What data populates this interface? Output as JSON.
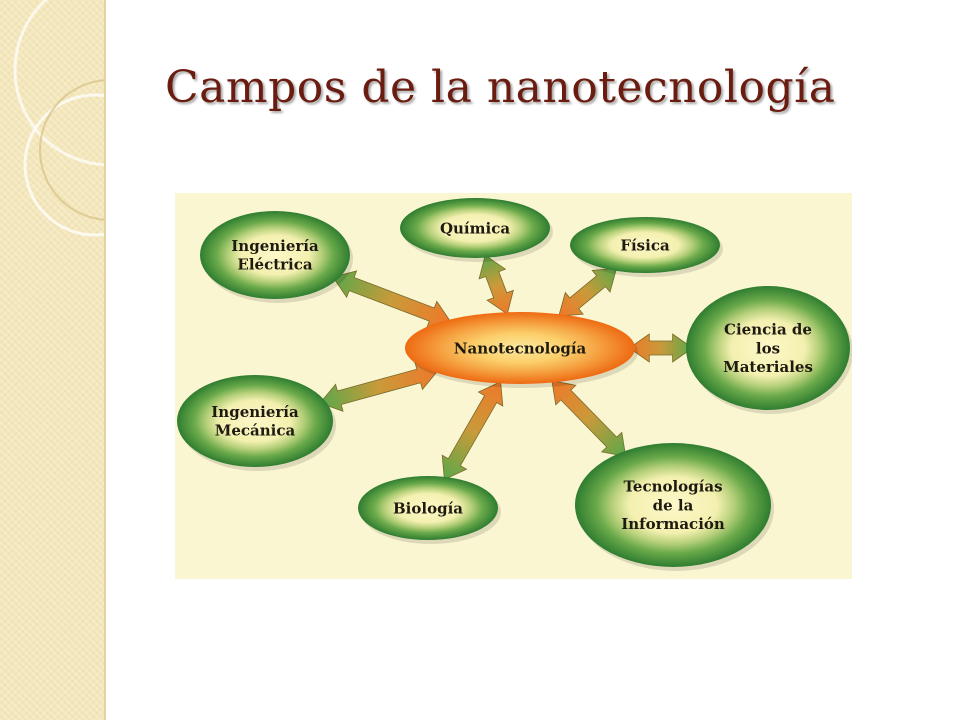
{
  "slide": {
    "title": "Campos de la nanotecnología"
  },
  "diagram": {
    "center": {
      "label": "Nanotecnología"
    },
    "fields": [
      {
        "id": "ingenieria-electrica",
        "lines": [
          "Ingeniería",
          "Eléctrica"
        ]
      },
      {
        "id": "quimica",
        "lines": [
          "Química"
        ]
      },
      {
        "id": "fisica",
        "lines": [
          "Física"
        ]
      },
      {
        "id": "ciencia-materiales",
        "lines": [
          "Ciencia de",
          "los",
          "Materiales"
        ]
      },
      {
        "id": "ingenieria-mecanica",
        "lines": [
          "Ingeniería",
          "Mecánica"
        ]
      },
      {
        "id": "biologia",
        "lines": [
          "Biología"
        ]
      },
      {
        "id": "tecnologias-informacion",
        "lines": [
          "Tecnologías",
          "de la",
          "Información"
        ]
      }
    ],
    "colors": {
      "background": "#fbf6d2",
      "field_outer": "#3c8f3a",
      "field_inner": "#fdf8c8",
      "center_outer": "#fbd36a",
      "center_inner": "#f07a1a",
      "arrow_green": "#5aa84a",
      "arrow_orange": "#f0782a"
    }
  }
}
